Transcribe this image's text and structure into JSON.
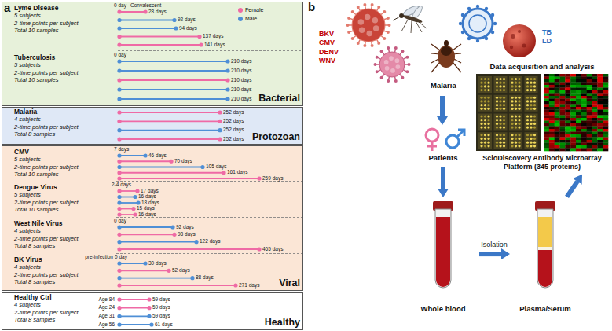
{
  "diagram": {
    "nodes": [
      {
        "text": [
          "Bacterial"
        ]
      },
      {
        "text": [
          "Protozoan"
        ]
      },
      {
        "text": [
          "Viral"
        ]
      },
      {
        "text": [
          "Healthy"
        ]
      },
      {
        "text": [
          "BKV CMV DENV WNV",
          "TB LD",
          "Malaria"
        ]
      },
      {
        "text": [
          "Patients"
        ]
      },
      {
        "text": [
          "Whole blood"
        ]
      },
      {
        "text": [
          "Plasma/Serum"
        ]
      },
      {
        "text": [
          "Data acquisition and analysis",
          "ScioDiscovery Antibody Microarray Platform (345 proteins)"
        ]
      }
    ],
    "edges": [
      {
        "from": 4,
        "to": 5,
        "arrow": "to"
      },
      {
        "from": 5,
        "to": 6,
        "arrow": "to"
      },
      {
        "from": 6,
        "to": 7,
        "label": "Isolation",
        "arrow": "to"
      },
      {
        "from": 7,
        "to": 8,
        "arrow": "to"
      }
    ],
    "labels": [
      "a",
      "Lyme Disease",
      "5 subjects",
      "2-time points per subject",
      "Total 10 samples",
      "0 day",
      "Convalescent",
      "28 days",
      "92 days",
      "94 days",
      "137 days",
      "141 days",
      "Tuberculosis",
      "5 subjects",
      "2-time points per subject",
      "Total 10 samples",
      "0 day",
      "210 days",
      "210 days",
      "210 days",
      "210 days",
      "210 days",
      "Malaria",
      "4 subjects",
      "2-time points per subject",
      "Total 8 samples",
      "252 days",
      "252 days",
      "252 days",
      "252 days",
      "CMV",
      "5 subjects",
      "2-time points per subject",
      "Total 10 samples",
      "7 days",
      "46 days",
      "70 days",
      "105 days",
      "161 days",
      "259 days",
      "Dengue Virus",
      "5 subjects",
      "2-time points per subject",
      "Total 10 samples",
      "2-4 days",
      "17 days",
      "16 days",
      "18 days",
      "15 days",
      "16 days",
      "West Nile Virus",
      "4 subjects",
      "2-time points per subject",
      "Total 8 samples",
      "0 day",
      "92 days",
      "98 days",
      "122 days",
      "465 days",
      "BK Virus",
      "4 subjects",
      "2-time points per subject",
      "Total 8 samples",
      "pre-infection",
      "0 day",
      "30 days",
      "52 days",
      "88 days",
      "271 days",
      "Healthy Ctrl",
      "4 subjects",
      "2-time points per subject",
      "Total 8 samples",
      "Age 84",
      "59 days",
      "Age 24",
      "59 days",
      "Age 31",
      "59 days",
      "Age 56",
      "61 days",
      "b"
    ],
    "legend": [
      {
        "text": "Female",
        "color": "#ef6aa5"
      },
      {
        "text": "Male",
        "color": "#4f8fd6"
      }
    ]
  }
}
